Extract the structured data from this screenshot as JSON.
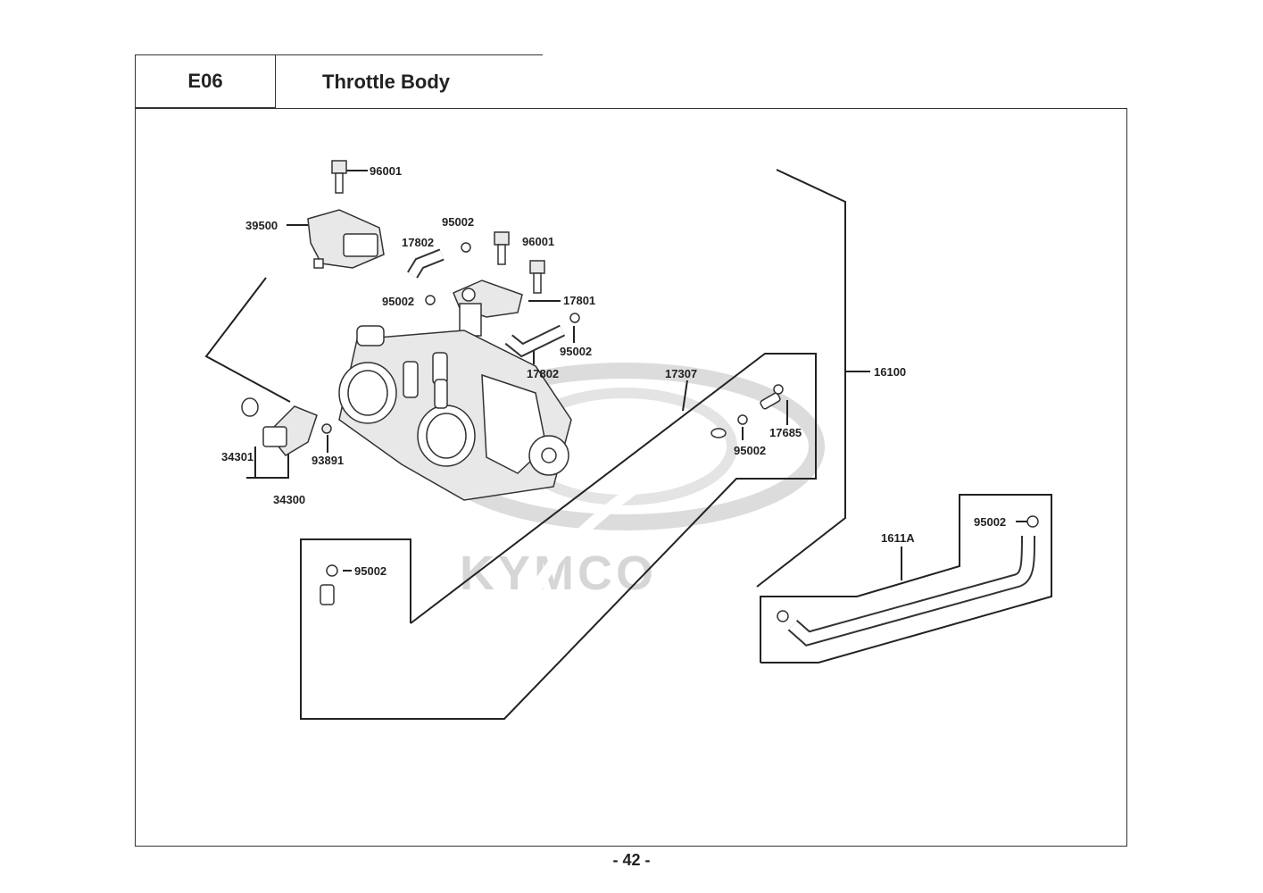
{
  "header": {
    "code": "E06",
    "title": "Throttle Body"
  },
  "watermark": {
    "text": "KYMCO"
  },
  "page_number": "- 42 -",
  "callouts": {
    "c96001a": "96001",
    "c39500": "39500",
    "c95002a": "95002",
    "c17802a": "17802",
    "c96001b": "96001",
    "c95002b": "95002",
    "c17801": "17801",
    "c95002c": "95002",
    "c17802b": "17802",
    "c17307": "17307",
    "c16100": "16100",
    "c95002d": "95002",
    "c17685": "17685",
    "c34301": "34301",
    "c93891": "93891",
    "c34300": "34300",
    "c95002e": "95002",
    "c1611A": "1611A",
    "c95002f": "95002"
  }
}
